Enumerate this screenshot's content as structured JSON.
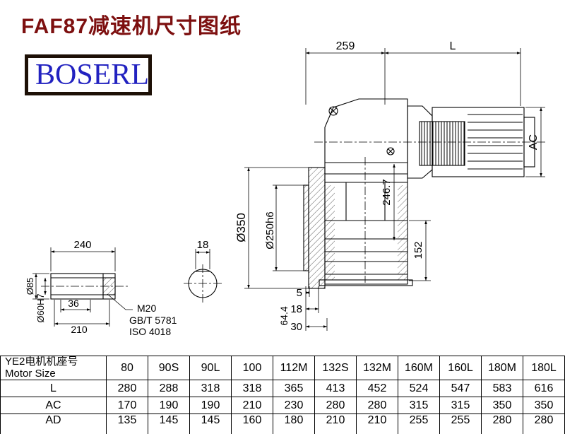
{
  "page": {
    "title": "FAF87减速机尺寸图纸",
    "logo": "BOSERL"
  },
  "drawing": {
    "dim_259": "259",
    "dim_L": "L",
    "dim_AC": "AC",
    "dim_flange": "Ø350",
    "dim_spigot": "Ø250h6",
    "dim_246": "246.7",
    "dim_152": "152",
    "dim_5": "5",
    "dim_18_stack": "18",
    "dim_30": "30",
    "dim_64": "64.4",
    "dim_240": "240",
    "dim_key18": "18",
    "dim_85": "Ø85",
    "dim_60": "Ø60H7",
    "dim_36": "36",
    "dim_210": "210",
    "thread": "M20",
    "std_gb": "GB/T 5781",
    "std_iso": "ISO 4018"
  },
  "table": {
    "header_cn": "YE2电机机座号",
    "header_en": "Motor Size",
    "columns": [
      "80",
      "90S",
      "90L",
      "100",
      "112M",
      "132S",
      "132M",
      "160M",
      "160L",
      "180M",
      "180L"
    ],
    "rows": [
      {
        "label": "L",
        "values": [
          "280",
          "288",
          "318",
          "318",
          "365",
          "413",
          "452",
          "524",
          "547",
          "583",
          "616"
        ]
      },
      {
        "label": "AC",
        "values": [
          "170",
          "190",
          "190",
          "210",
          "230",
          "280",
          "280",
          "315",
          "315",
          "350",
          "350"
        ]
      },
      {
        "label": "AD",
        "values": [
          "135",
          "145",
          "145",
          "160",
          "180",
          "210",
          "210",
          "255",
          "255",
          "280",
          "280"
        ]
      }
    ]
  }
}
